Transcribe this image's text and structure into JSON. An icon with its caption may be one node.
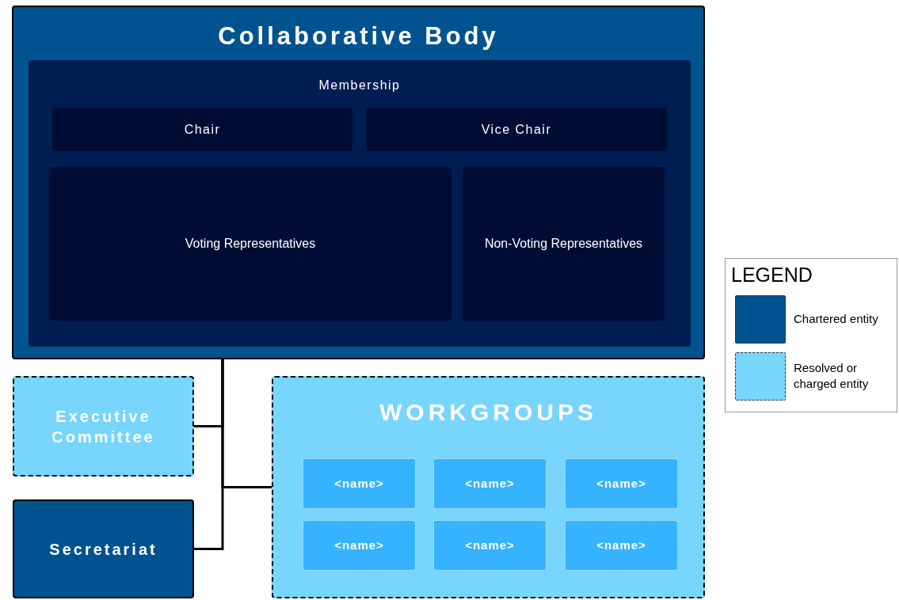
{
  "diagram": {
    "nodes": [
      {
        "text": [
          "Collaborative Body"
        ]
      },
      {
        "text": [
          "Membership"
        ],
        "in": 0
      },
      {
        "text": [
          "Chair"
        ],
        "in": 1
      },
      {
        "text": [
          "Vice Chair"
        ],
        "in": 1
      },
      {
        "text": [
          "Voting Representatives"
        ],
        "in": 1
      },
      {
        "text": [
          "Non-Voting Representatives"
        ],
        "in": 1
      },
      {
        "text": [
          "Executive Committee"
        ]
      },
      {
        "text": [
          "Secretariat"
        ]
      },
      {
        "text": [
          "WORKGROUPS"
        ]
      },
      {
        "text": [
          "<name>"
        ],
        "in": 8
      },
      {
        "text": [
          "<name>"
        ],
        "in": 8
      },
      {
        "text": [
          "<name>"
        ],
        "in": 8
      },
      {
        "text": [
          "<name>"
        ],
        "in": 8
      },
      {
        "text": [
          "<name>"
        ],
        "in": 8
      },
      {
        "text": [
          "<name>"
        ],
        "in": 8
      }
    ],
    "edges": [
      {
        "from": 0,
        "to": 6,
        "arrow": "none"
      },
      {
        "from": 0,
        "to": 8,
        "arrow": "none"
      },
      {
        "from": 0,
        "to": 7,
        "arrow": "none"
      }
    ],
    "labels": [
      "LEGEND"
    ],
    "legend": [
      {
        "text": "Chartered entity",
        "color": "#00538f"
      },
      {
        "text": "Resolved or charged entity",
        "color": "#77d5fe"
      }
    ]
  }
}
